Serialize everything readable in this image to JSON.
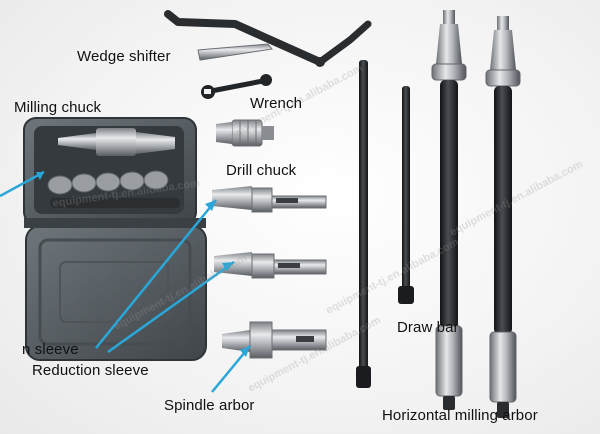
{
  "labels": {
    "wedge_shifter": "Wedge shifter",
    "milling_chuck": "Milling chuck",
    "wrench": "Wrench",
    "drill_chuck": "Drill chuck",
    "sleeve_fragment": "n sleeve",
    "reduction_sleeve": "Reduction sleeve",
    "draw_bar": "Draw bar",
    "spindle_arbor": "Spindle arbor",
    "horizontal_milling_arbor": "Horizontal milling arbor"
  },
  "watermark": {
    "text": "equipment-tj.en.alibaba.com"
  },
  "colors": {
    "background": "#f2f2f2",
    "case": "#5b6266",
    "steel": "#b9bcbf",
    "dark_steel": "#2c2f33",
    "pointer_arrow": "#2aa6d8"
  }
}
